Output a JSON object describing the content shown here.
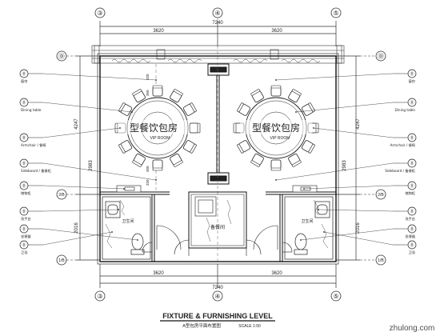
{
  "grid": {
    "top": [
      "③",
      "④",
      "⑤"
    ],
    "bottom": [
      "③",
      "④",
      "⑤"
    ],
    "left": [
      "Ⓓ",
      "2/B",
      "1/B"
    ],
    "right": [
      "Ⓓ",
      "2/B",
      "1/B"
    ]
  },
  "dimensions": {
    "top_total": "7240",
    "top_left": "3620",
    "top_right": "3620",
    "bottom_total": "7240",
    "bottom_left": "3620",
    "bottom_right": "3620",
    "left_upper": "4247",
    "left_mid": "2983",
    "left_lower": "2016",
    "right_upper": "4247",
    "right_mid": "2983",
    "right_lower": "2016",
    "ceiling_marks": [
      "320",
      "350",
      "350",
      "320"
    ]
  },
  "rooms": {
    "left_name": "包房",
    "left_name_big": "型餐饮包房",
    "left_sub": "VIP ROOM",
    "right_name_big": "型餐饮包房",
    "right_sub": "VIP ROOM",
    "center_label": "备餐间",
    "left_wc": "卫生间",
    "right_wc": "卫生间"
  },
  "callouts": {
    "left": [
      {
        "code": "Ⓑ",
        "text": "窗帘"
      },
      {
        "code": "Ⓑ",
        "text": "Dining table"
      },
      {
        "code": "Ⓑ",
        "text": "Armchair / 餐椅"
      },
      {
        "code": "Ⓑ",
        "text": "Sideboard / 备餐柜"
      },
      {
        "code": "Ⓑ",
        "text": "储物柜"
      },
      {
        "code": "Ⓑ",
        "text": "洗手台"
      },
      {
        "code": "Ⓑ",
        "text": "坐便器"
      },
      {
        "code": "Ⓑ",
        "text": "卫浴"
      }
    ],
    "right": [
      {
        "code": "Ⓑ",
        "text": "窗帘"
      },
      {
        "code": "Ⓑ",
        "text": "Dining table"
      },
      {
        "code": "Ⓑ",
        "text": "Armchair / 餐椅"
      },
      {
        "code": "Ⓑ",
        "text": "Sideboard / 备餐柜"
      },
      {
        "code": "Ⓑ",
        "text": "储物柜"
      },
      {
        "code": "Ⓑ",
        "text": "洗手台"
      },
      {
        "code": "Ⓑ",
        "text": "坐便器"
      },
      {
        "code": "Ⓑ",
        "text": "卫浴"
      }
    ]
  },
  "title": {
    "main": "FIXTURE & FURNISHING LEVEL",
    "sub": "A型包房平面布置图",
    "scale": "SCALE 1:50"
  },
  "watermark": "zhulong.com"
}
